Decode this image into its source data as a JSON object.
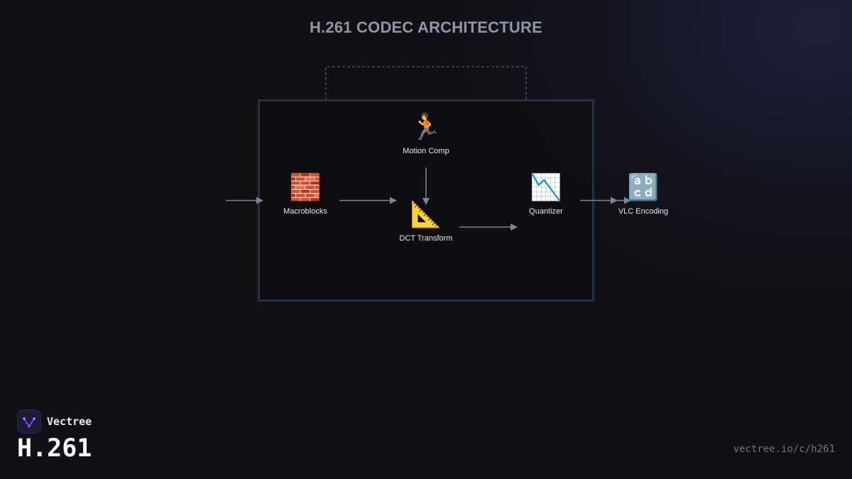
{
  "title": "H.261 CODEC ARCHITECTURE",
  "nodes": {
    "motion_comp": {
      "label": "Motion Comp",
      "icon": "🏃",
      "icon_name": "running-person-icon"
    },
    "macroblocks": {
      "label": "Macroblocks",
      "icon": "🧱",
      "icon_name": "brick-icon"
    },
    "dct": {
      "label": "DCT Transform",
      "icon": "📐",
      "icon_name": "triangular-ruler-icon"
    },
    "quantizer": {
      "label": "Quantizer",
      "icon": "📉",
      "icon_name": "chart-decreasing-icon"
    },
    "vlc": {
      "label": "VLC Encoding",
      "icon": "🔡",
      "icon_name": "abcd-letters-icon"
    }
  },
  "edges": [
    {
      "from": "input",
      "to": "macroblocks"
    },
    {
      "from": "macroblocks",
      "to": "dct"
    },
    {
      "from": "motion_comp",
      "to": "dct"
    },
    {
      "from": "dct",
      "to": "quantizer"
    },
    {
      "from": "quantizer",
      "to": "vlc"
    }
  ],
  "colors": {
    "background": "#101015",
    "box_border": "#253040",
    "dashed_loop": "#3f4b5e",
    "arrow": "#7b8596",
    "title": "#8d97a8",
    "logo_accent": "#a855f7"
  },
  "brand": {
    "name": "Vectree",
    "logo_icon": "vectree-logo-icon",
    "product": "H.261",
    "url": "vectree.io/c/h261"
  }
}
